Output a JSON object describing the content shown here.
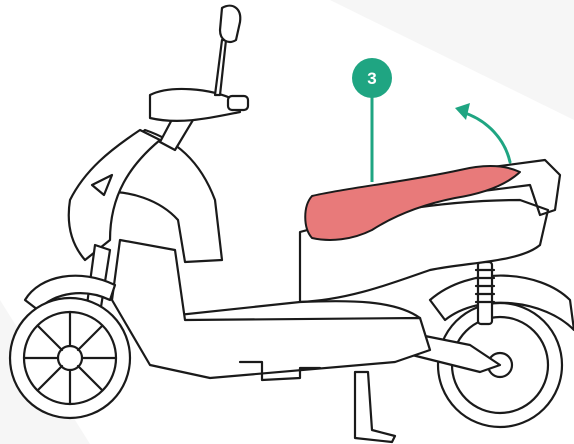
{
  "diagram": {
    "callout": {
      "number": "3"
    },
    "highlight": {
      "part": "seat",
      "color": "#e87a7a"
    },
    "accent_color": "#1fa582",
    "arrow": {
      "direction": "up",
      "meaning": "lift seat"
    }
  },
  "icons": [
    "scooter-illustration",
    "curved-arrow-icon"
  ]
}
